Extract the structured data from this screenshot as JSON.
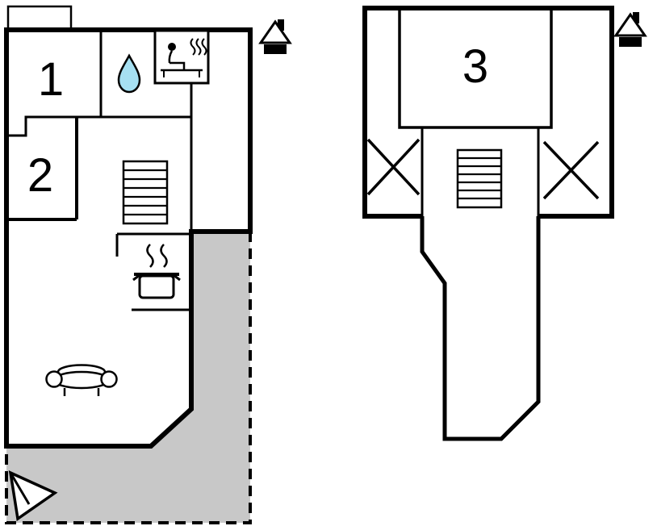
{
  "floor_plan": {
    "type": "floor-plan",
    "floors": [
      {
        "name": "ground-floor",
        "rooms": [
          {
            "label": "1"
          },
          {
            "label": "2"
          }
        ],
        "features": [
          "water-drop",
          "sauna",
          "stairs",
          "stove",
          "sofa",
          "terrace",
          "north-arrow",
          "house-marker"
        ]
      },
      {
        "name": "upper-floor",
        "rooms": [
          {
            "label": "3"
          }
        ],
        "features": [
          "stairs",
          "x-mark",
          "x-mark",
          "house-marker"
        ]
      }
    ],
    "colors": {
      "wall": "#000000",
      "terrace_fill": "#c8c8c8",
      "water_drop_fill": "#a6e0f2",
      "background": "#ffffff"
    },
    "icons": {
      "house": "house-icon",
      "sauna": "sauna-icon",
      "water_drop": "water-drop-icon",
      "stairs": "stairs-icon",
      "stove": "stove-icon",
      "sofa": "sofa-icon",
      "north_arrow": "north-arrow-icon",
      "x_mark": "x-mark-icon"
    }
  }
}
